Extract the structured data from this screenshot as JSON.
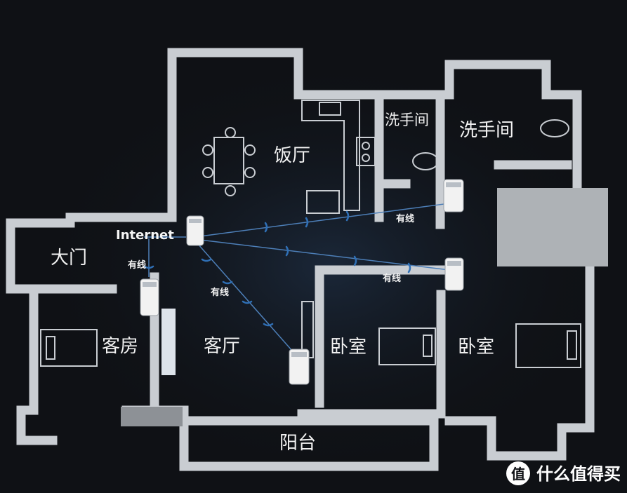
{
  "rooms": {
    "dining": "饭厅",
    "bath_left": "洗手间",
    "bath_right": "洗手间",
    "entrance": "大门",
    "guest_room": "客房",
    "living_room": "客厅",
    "bedroom_mid": "卧室",
    "bedroom_right": "卧室",
    "balcony": "阳台"
  },
  "labels": {
    "internet": "Internet",
    "wired_1": "有线",
    "wired_2": "有线",
    "wired_3": "有线",
    "wired_4": "有线"
  },
  "watermark": {
    "text": "什么值得买",
    "icon": "smzdm-logo-icon"
  },
  "colors": {
    "background": "#0f1115",
    "wall": "#c9cdd2",
    "link_line": "#4d7fb8",
    "router": "#f2f2f2"
  }
}
